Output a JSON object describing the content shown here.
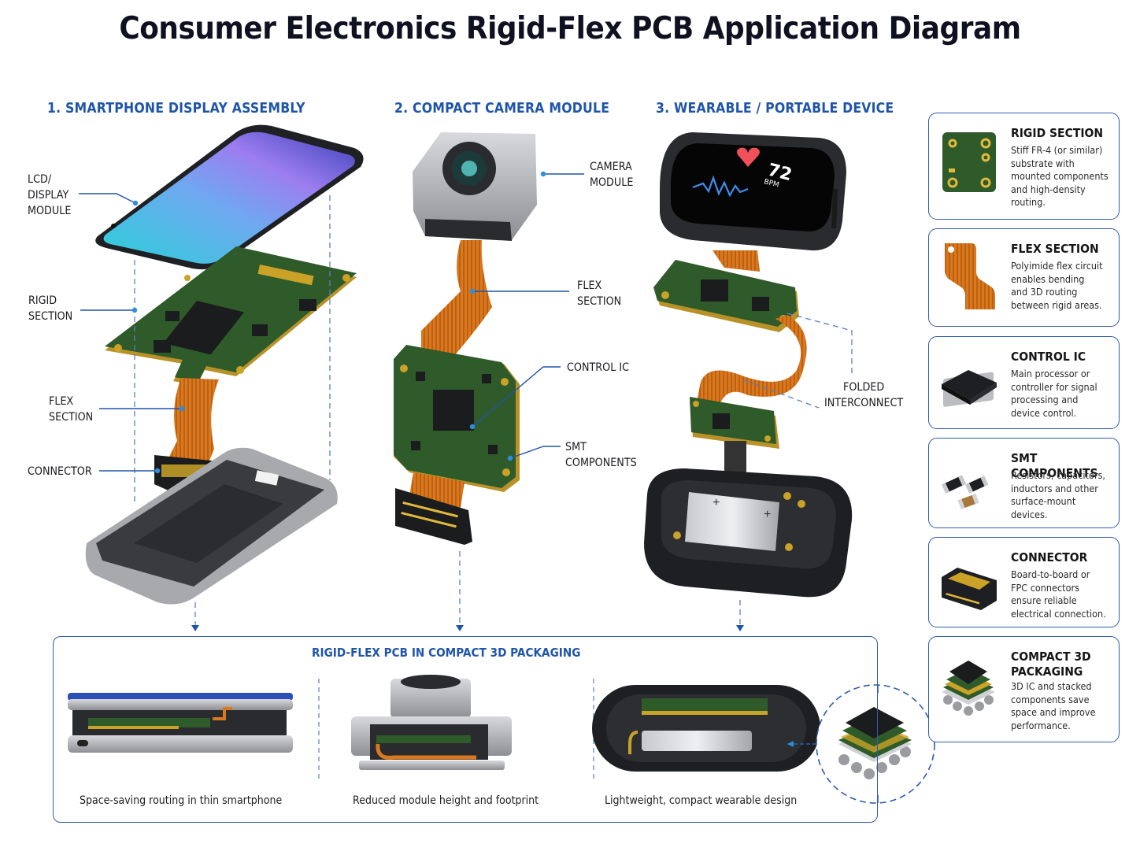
{
  "title": "Consumer Electronics Rigid-Flex PCB Application Diagram",
  "colors": {
    "accent_blue": "#1f55a8",
    "pcb_green": "#2f5a2a",
    "flex_orange": "#d9781c",
    "gold": "#c9a227",
    "dark_body": "#2a2b2f"
  },
  "sections": [
    {
      "heading": "1. SMARTPHONE DISPLAY ASSEMBLY",
      "callouts": [
        "LCD/\nDISPLAY\nMODULE",
        "RIGID\nSECTION",
        "FLEX\nSECTION",
        "CONNECTOR"
      ]
    },
    {
      "heading": "2. COMPACT CAMERA MODULE",
      "callouts": [
        "CAMERA\nMODULE",
        "FLEX\nSECTION",
        "CONTROL IC",
        "SMT\nCOMPONENTS"
      ]
    },
    {
      "heading": "3. WEARABLE / PORTABLE DEVICE",
      "callouts": [
        "FOLDED\nINTERCONNECT"
      ],
      "watch_screen": {
        "bpm_value": "72",
        "bpm_unit": "BPM"
      }
    }
  ],
  "legend": [
    {
      "title": "RIGID SECTION",
      "description": "Stiff FR-4 (or similar)\nsubstrate with\nmounted components\nand high-density\nrouting.",
      "icon": "rigid-board-icon"
    },
    {
      "title": "FLEX SECTION",
      "description": "Polyimide flex circuit\nenables bending\nand 3D routing\nbetween rigid areas.",
      "icon": "flex-circuit-icon"
    },
    {
      "title": "CONTROL IC",
      "description": "Main processor or\ncontroller for signal\nprocessing and\ndevice control.",
      "icon": "chip-icon"
    },
    {
      "title": "SMT COMPONENTS",
      "description": "Resistors, capacitors,\ninductors and other\nsurface-mount\ndevices.",
      "icon": "smt-components-icon"
    },
    {
      "title": "CONNECTOR",
      "description": "Board-to-board or\nFPC connectors\nensure reliable\nelectrical connection.",
      "icon": "connector-icon"
    },
    {
      "title": "COMPACT 3D\nPACKAGING",
      "description": "3D IC and stacked\ncomponents save\nspace and improve\nperformance.",
      "icon": "stacked-package-icon"
    }
  ],
  "bottom_panel": {
    "title": "RIGID-FLEX PCB IN COMPACT 3D PACKAGING",
    "captions": [
      "Space-saving routing in thin smartphone",
      "Reduced module height and footprint",
      "Lightweight, compact wearable design"
    ]
  }
}
